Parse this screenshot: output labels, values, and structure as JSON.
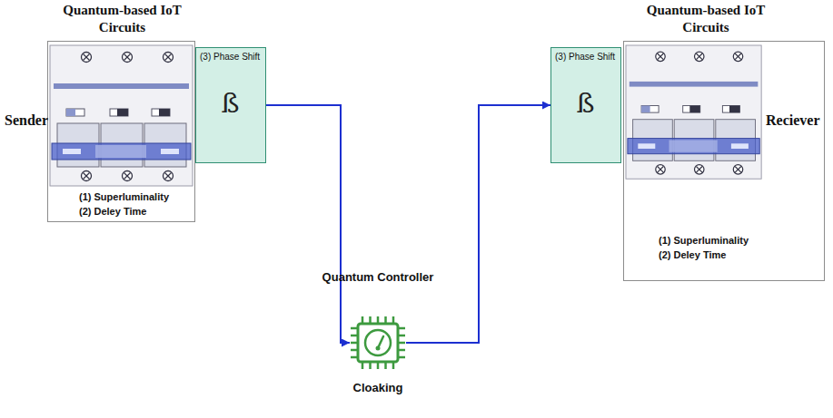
{
  "diagram": {
    "nodes": [
      {
        "text": [
          "Quantum-based IoT Circuits",
          "(1) Superluminality",
          "(2) Deley Time"
        ]
      },
      {
        "text": [
          "(3) Phase Shift",
          "ß"
        ]
      },
      {
        "text": [
          "Quantum Controller",
          "Cloaking"
        ]
      },
      {
        "text": [
          "(3) Phase Shift",
          "ß"
        ]
      },
      {
        "text": [
          "Quantum-based IoT Circuits",
          "(1) Superluminality",
          "(2) Deley Time"
        ]
      }
    ],
    "edges": [
      {
        "from": 1,
        "to": 2,
        "arrow": "to"
      },
      {
        "from": 2,
        "to": 3,
        "arrow": "to"
      }
    ],
    "labels": [
      "Sender",
      "Reciever"
    ]
  }
}
